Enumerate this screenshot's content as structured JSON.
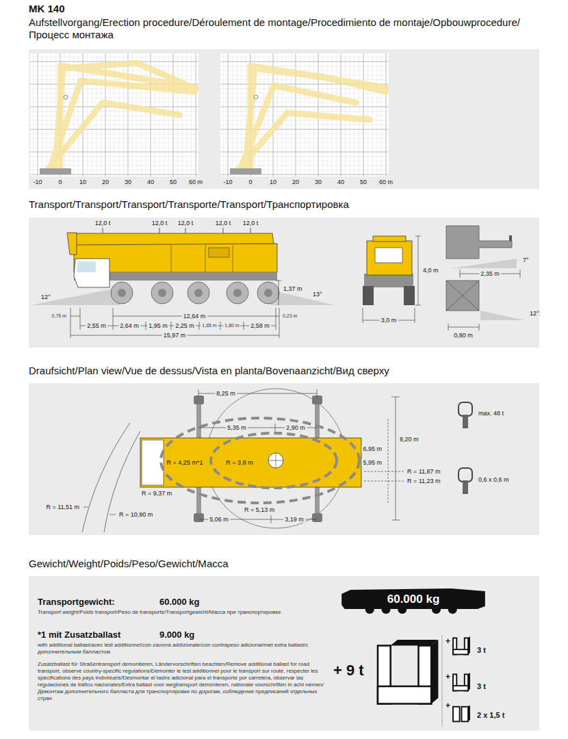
{
  "diagram": {
    "title": "MK 140",
    "nodes": [
      {
        "text": [
          "Aufstellvorgang/Erection procedure/Déroulement de montage/Procedimiento de montaje/Opbouwprocedure/Процесс монтажа"
        ]
      },
      {
        "text": [
          "Transport/Transport/Transport/Transporte/Transport/Транспортировка"
        ]
      },
      {
        "text": [
          "Draufsicht/Plan view/Vue de dessus/Vista en planta/Bovenaanzicht/Вид сверху"
        ]
      },
      {
        "text": [
          "Gewicht/Weight/Poids/Peso/Gewicht/Масса"
        ]
      },
      {
        "text": [
          "60.000 kg"
        ],
        "in": 3
      }
    ],
    "labels": [
      "-10",
      "0",
      "10",
      "20",
      "30",
      "40",
      "50",
      "60 m",
      "-10",
      "0",
      "10",
      "20",
      "30",
      "40",
      "50",
      "60 m",
      "12,0 t",
      "12,0 t",
      "12,0 t",
      "12,0 t",
      "12,0 t",
      "12°",
      "13°",
      "1,37 m",
      "0,75 m",
      "12,64 m",
      "0,23 m",
      "2,55 m",
      "2,64 m",
      "1,95 m",
      "2,25 m",
      "1,65 m",
      "1,80 m",
      "2,58 m",
      "15,97 m",
      "4,0 m",
      "3,0 m",
      "7°",
      "2,35 m",
      "12°",
      "0,80 m",
      "8,25 m",
      "5,35 m",
      "2,90 m",
      "8,20 m",
      "6,95 m",
      "5,95 m",
      "R = 4,25 m*1",
      "R = 3,8 m",
      "R = 11,87 m",
      "R = 11,23 m",
      "R = 9,37 m",
      "R = 11,51 m",
      "R = 10,90 m",
      "R = 5,13 m",
      "5,06 m",
      "3,19 m",
      "max. 48 t",
      "0,6 x 0,6 m",
      "Transportgewicht:",
      "60.000 kg",
      "Transport weight/Poids transport/Peso de transporte/Transportgewicht/Масса при транспортировке",
      "*1 mit Zusatzballast",
      "9.000 kg",
      "with additional ballast/avec lest additionnel/con zavorra addizionale/con contrapeso adicional/met extra ballast/с дополнительным балластом",
      "Zusatzballast für Straßentransport demontieren, Ländervorschriften beachten/Remove additional ballast for road transport, observe country-specific regulations/Démonter le lest additionnel pour le transport sur route, respecter les spécifications des pays individuels/Desmontar el lastre adicional para el transporte por carretera, observar las regulaciones de tráfico nacionales/Extra ballast voor wegtransport demonteren, nationale voorschriften in acht nemen/Демонтаж дополнительного балласта для транспортировки по дорогам, соблюдение предписаний отдельных стран",
      "+ 9 t",
      "+",
      "3 t",
      "+",
      "3 t",
      "+",
      "2 x 1,5 t"
    ]
  }
}
